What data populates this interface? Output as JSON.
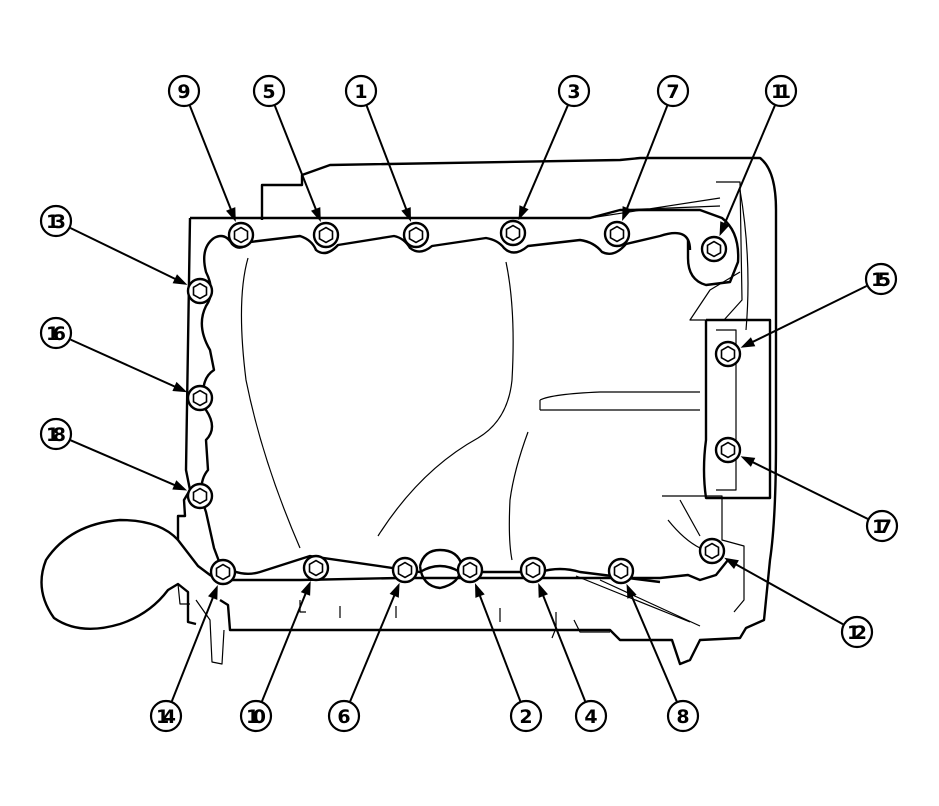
{
  "figure": {
    "callouts": [
      {
        "label": "1"
      },
      {
        "label": "2"
      },
      {
        "label": "3"
      },
      {
        "label": "4"
      },
      {
        "label": "5"
      },
      {
        "label": "6"
      },
      {
        "label": "7"
      },
      {
        "label": "8"
      },
      {
        "label": "9"
      },
      {
        "label": "10"
      },
      {
        "label": "11"
      },
      {
        "label": "12"
      },
      {
        "label": "13"
      },
      {
        "label": "14"
      },
      {
        "label": "15"
      },
      {
        "label": "16"
      },
      {
        "label": "17"
      },
      {
        "label": "18"
      }
    ]
  }
}
